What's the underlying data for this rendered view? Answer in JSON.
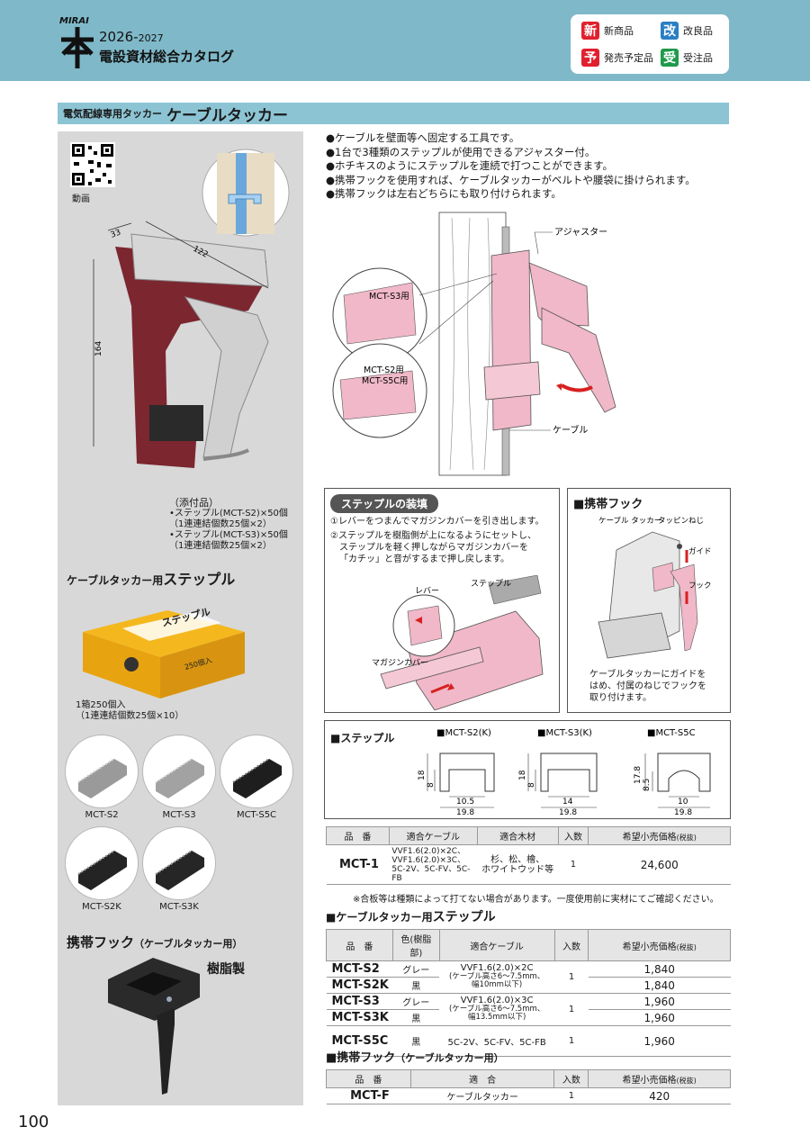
{
  "header": {
    "brand": "MIRAI",
    "year_main": "2026-",
    "year_sub": "2027",
    "catalog_title": "電設資材総合カタログ",
    "legend": [
      {
        "badge": "新",
        "label": "新商品",
        "color": "#e0202e"
      },
      {
        "badge": "改",
        "label": "改良品",
        "color": "#2a7fc4"
      },
      {
        "badge": "予",
        "label": "発売予定品",
        "color": "#e0202e"
      },
      {
        "badge": "受",
        "label": "受注品",
        "color": "#1f9a4a"
      }
    ]
  },
  "title": {
    "sub": "電気配線専用タッカー",
    "main": "ケーブルタッカー"
  },
  "left": {
    "video_label": "動画",
    "dims": {
      "d33": "33",
      "d122": "122",
      "d164": "164"
    },
    "accessory_title": "（添付品）",
    "accessory_lines": [
      "•ステップル(MCT-S2)×50個",
      "（1連連結個数25個×2）",
      "•ステップル(MCT-S3)×50個",
      "（1連連結個数25個×2）"
    ],
    "staple_hdr_small": "ケーブルタッカー用",
    "staple_hdr_large": "ステップル",
    "box_label": "ステップル",
    "box_count": "250個入",
    "box_caption": [
      "1箱250個入",
      "（1連連結個数25個×10）"
    ],
    "circles": [
      "MCT-S2",
      "MCT-S3",
      "MCT-S5C",
      "MCT-S2K",
      "MCT-S3K"
    ],
    "hook_hdr_large": "携帯フック",
    "hook_hdr_small": "（ケーブルタッカー用）",
    "hook_material": "樹脂製"
  },
  "features": [
    "●ケーブルを壁面等へ固定する工具です。",
    "●1台で3種類のステップルが使用できるアジャスター付。",
    "●ホチキスのようにステップルを連続で打つことができます。",
    "●携帯フックを使用すれば、ケーブルタッカーがベルトや腰袋に掛けられます。",
    "●携帯フックは左右どちらにも取り付けられます。"
  ],
  "diagram_labels": {
    "adjuster": "アジャスター",
    "s3": "MCT-S3用",
    "s2": "MCT-S2用",
    "s5c": "MCT-S5C用",
    "cable": "ケーブル"
  },
  "loading": {
    "title": "ステップルの装填",
    "steps": [
      "①レバーをつまんでマガジンカバーを引き出します。",
      "②ステップルを樹脂側が上になるようにセットし、",
      "ステップルを軽く押しながらマガジンカバーを",
      "「カチッ」と音がするまで押し戻します。"
    ],
    "label_staple": "ステップル",
    "label_lever": "レバー",
    "label_magazine": "マガジンカバー"
  },
  "hook_panel": {
    "title": "■携帯フック",
    "label_tacker": "ケーブル\nタッカー",
    "label_screw": "タッピンねじ",
    "label_guide": "ガイド",
    "label_hook": "フック",
    "caption": [
      "ケーブルタッカーにガイドを",
      "はめ、付属のねじでフックを",
      "取り付けます。"
    ]
  },
  "staple_dims": {
    "title": "■ステップル",
    "items": [
      {
        "name": "■MCT-S2(K)",
        "h": "18",
        "h2": "8",
        "w_in": "10.5",
        "w_out": "19.8"
      },
      {
        "name": "■MCT-S3(K)",
        "h": "18",
        "h2": "8",
        "w_in": "14",
        "w_out": "19.8"
      },
      {
        "name": "■MCT-S5C",
        "h": "17.8",
        "h2": "8.5",
        "w_in": "10",
        "w_out": "19.8"
      }
    ]
  },
  "table_main": {
    "headers": [
      "品　番",
      "適合ケーブル",
      "適合木材",
      "入数",
      "希望小売価格"
    ],
    "price_tax": "(税抜)",
    "row": {
      "code": "MCT-1",
      "cable": [
        "VVF1.6(2.0)×2C、",
        "VVF1.6(2.0)×3C、",
        "5C-2V、5C-FV、5C-FB"
      ],
      "wood": [
        "杉、松、檜、",
        "ホワイトウッド等"
      ],
      "qty": "1",
      "price": "24,600"
    },
    "note": "※合板等は種類によって打てない場合があります。一度使用前に実材にてご確認ください。"
  },
  "table_staple": {
    "hdr_small": "■ケーブルタッカー用",
    "hdr_large": "ステップル",
    "headers": [
      "品　番",
      "色(樹脂部)",
      "適合ケーブル",
      "入数",
      "希望小売価格"
    ],
    "price_tax": "(税抜)",
    "rows": [
      {
        "code": "MCT-S2",
        "color": "グレー",
        "price": "1,840"
      },
      {
        "code": "MCT-S2K",
        "color": "黒",
        "price": "1,840"
      },
      {
        "code": "MCT-S3",
        "color": "グレー",
        "price": "1,960"
      },
      {
        "code": "MCT-S3K",
        "color": "黒",
        "price": "1,960"
      },
      {
        "code": "MCT-S5C",
        "color": "黒",
        "price": "1,960"
      }
    ],
    "cable_s2": [
      "VVF1.6(2.0)×2C",
      "(ケーブル高さ6～7.5mm、",
      "幅10mm以下)"
    ],
    "cable_s3": [
      "VVF1.6(2.0)×3C",
      "(ケーブル高さ6～7.5mm、",
      "幅13.5mm以下)"
    ],
    "cable_s5c": "5C-2V、5C-FV、5C-FB",
    "qty": "1"
  },
  "table_hook": {
    "hdr_large": "■携帯フック",
    "hdr_small": "（ケーブルタッカー用）",
    "headers": [
      "品　番",
      "適　合",
      "入数",
      "希望小売価格"
    ],
    "price_tax": "(税抜)",
    "row": {
      "code": "MCT-F",
      "fit": "ケーブルタッカー",
      "qty": "1",
      "price": "420"
    }
  },
  "page_number": "100"
}
